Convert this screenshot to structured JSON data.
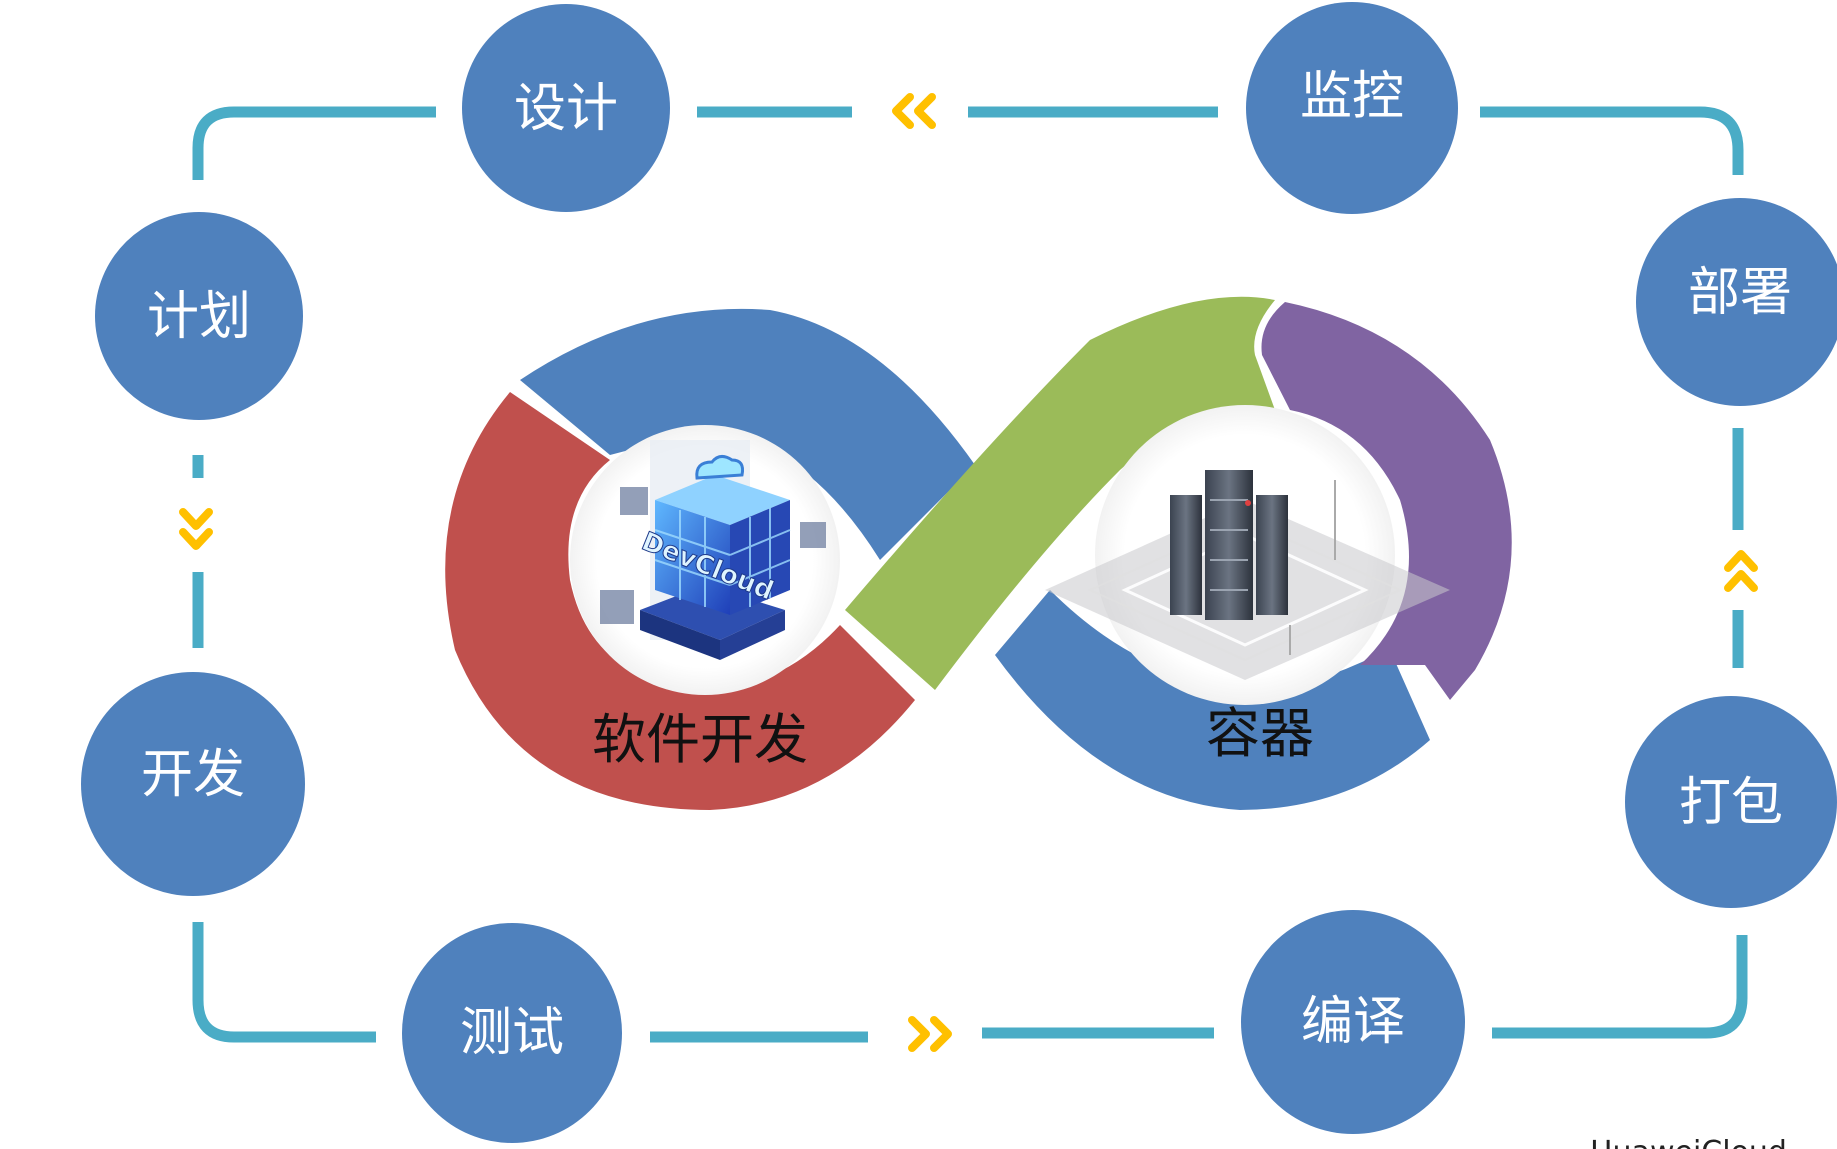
{
  "colors": {
    "node_fill": "#4f81bd",
    "connector": "#4aacc6",
    "chevron": "#ffc000",
    "loop_blue": "#4f81bd",
    "loop_red": "#c0504d",
    "loop_green": "#9bbb59",
    "loop_purple": "#8064a2"
  },
  "nodes": {
    "design": "设计",
    "monitor": "监控",
    "plan": "计划",
    "deploy": "部署",
    "develop": "开发",
    "package": "打包",
    "test": "测试",
    "compile": "编译"
  },
  "center": {
    "left_label": "软件开发",
    "right_label": "容器",
    "logo_text": "DevCloud"
  },
  "icons": {
    "top": "double-chevron-left-icon",
    "bottom": "double-chevron-right-icon",
    "left": "double-chevron-down-icon",
    "right": "double-chevron-up-icon",
    "left_center": "devcloud-cube-icon",
    "right_center": "server-container-icon"
  },
  "watermark": "HuaweiCloud"
}
